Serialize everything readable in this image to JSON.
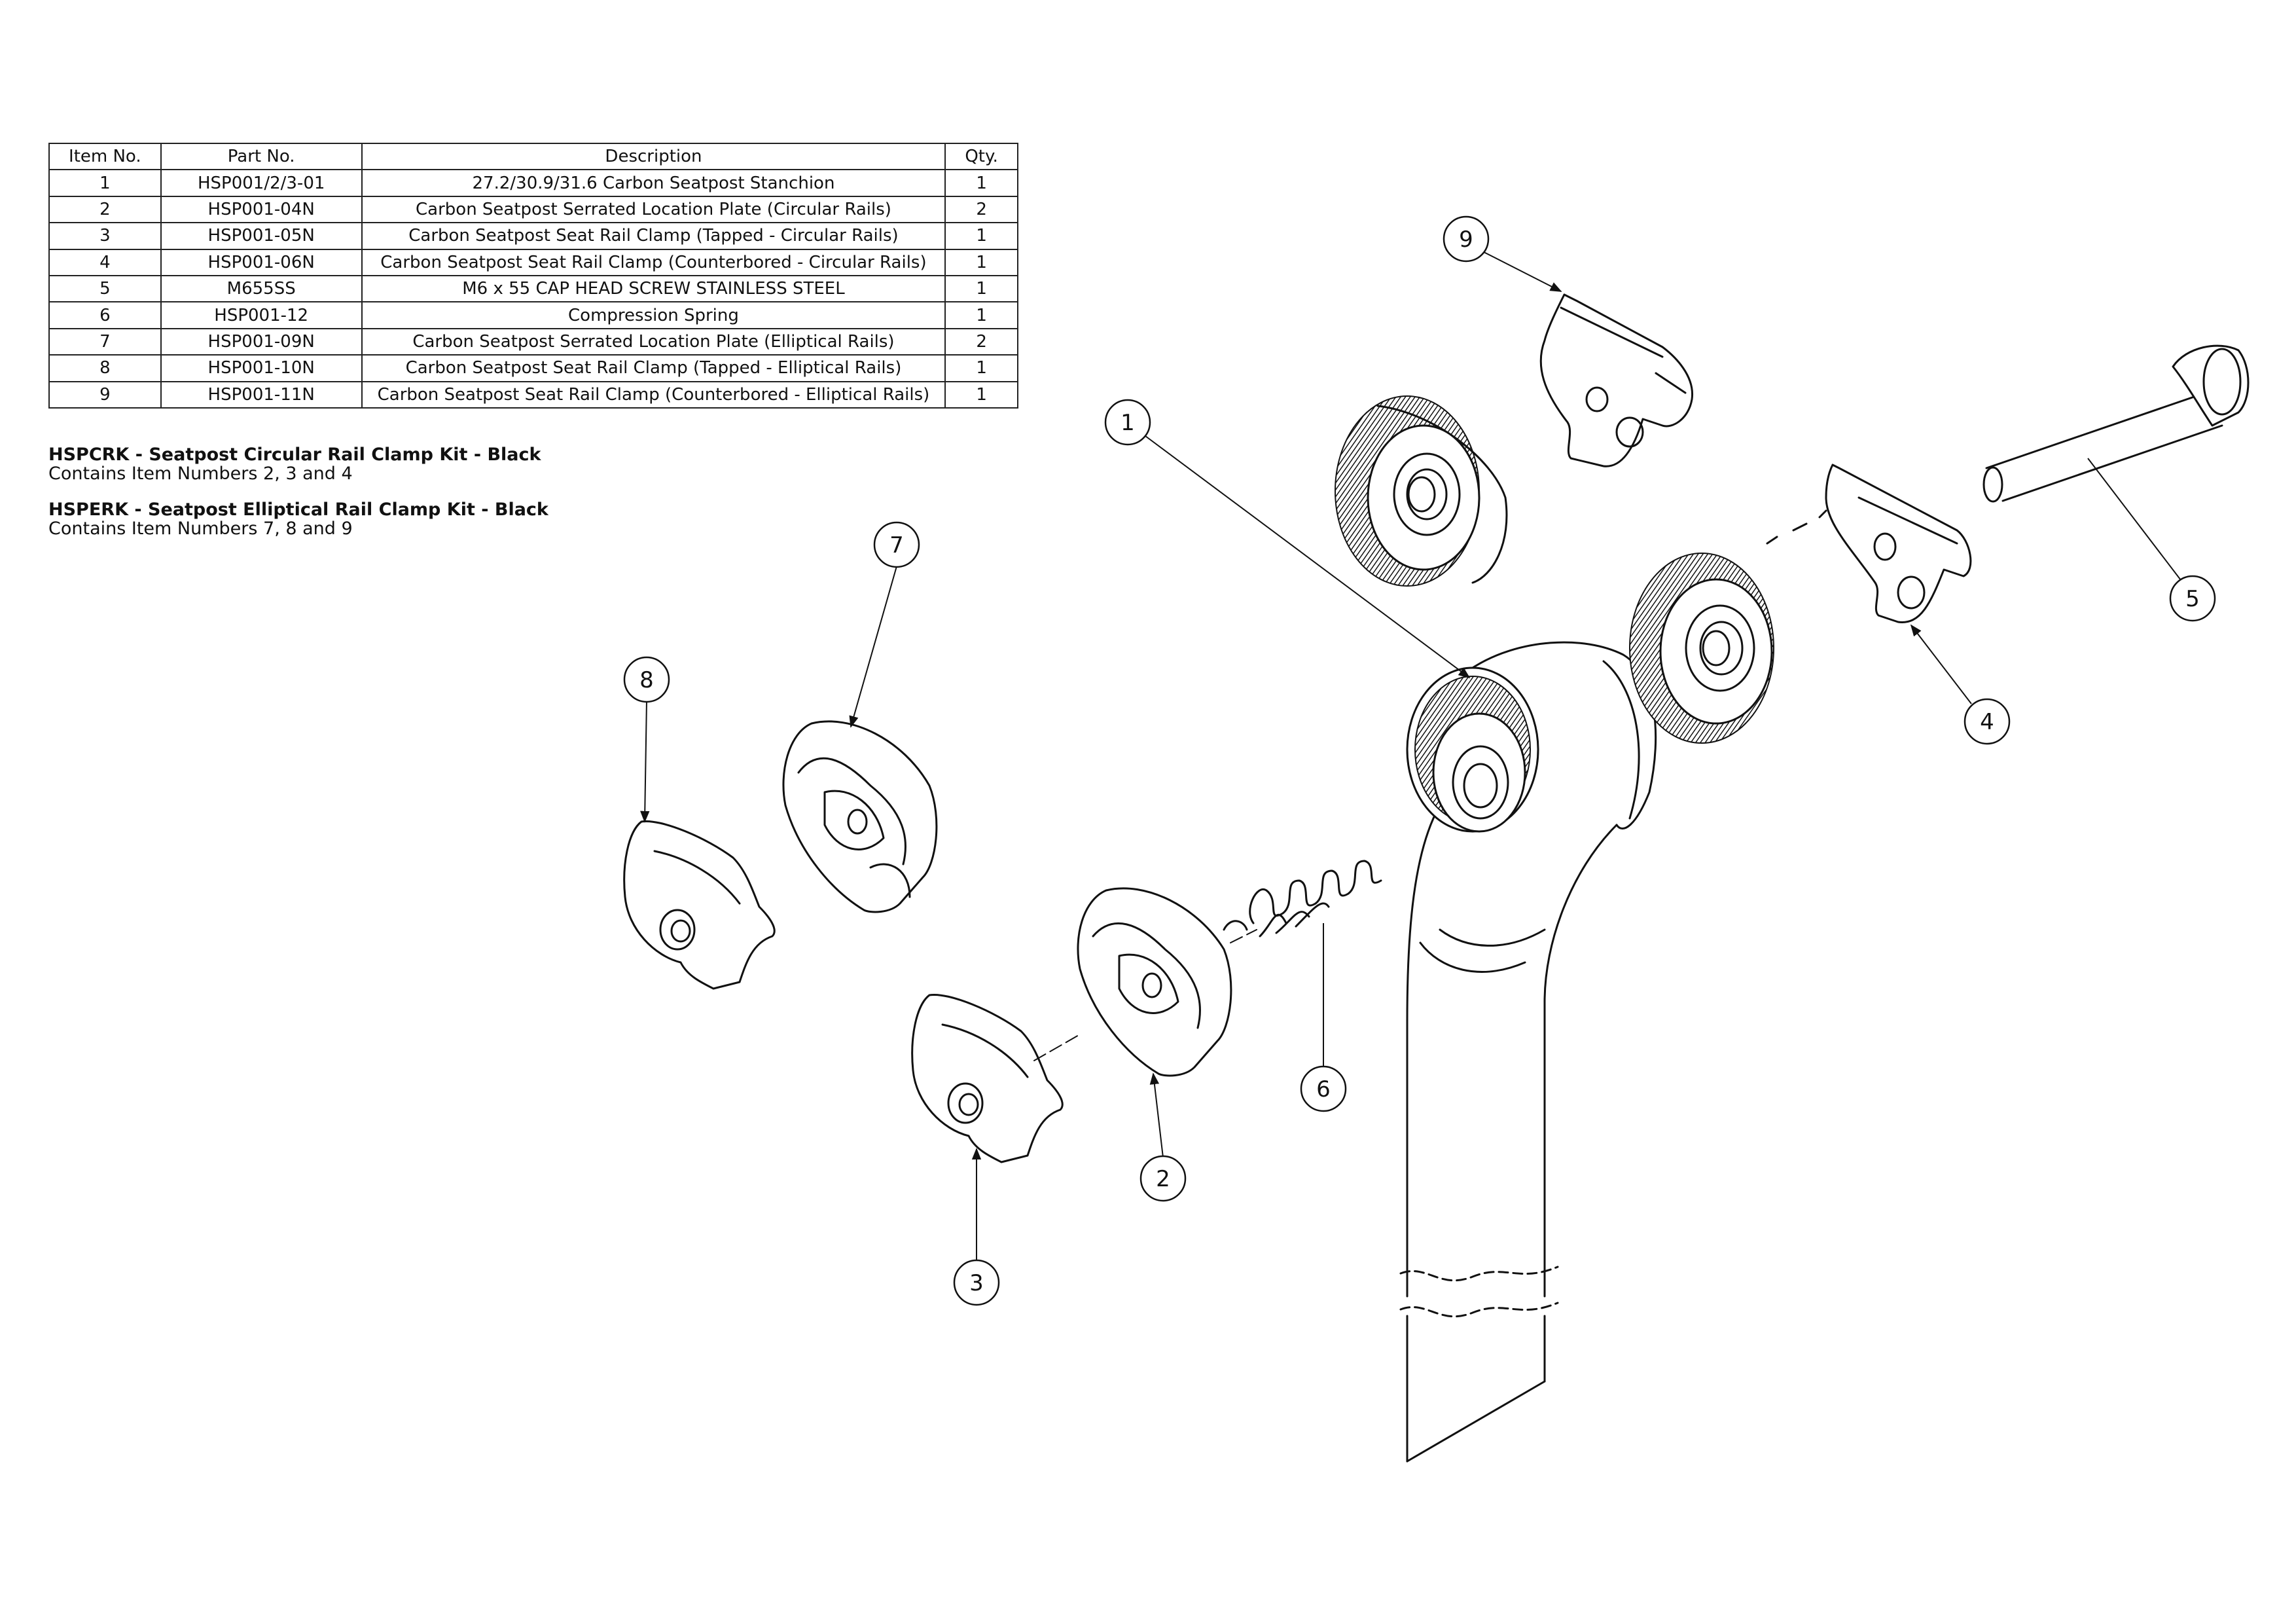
{
  "table": {
    "headers": [
      "Item No.",
      "Part No.",
      "Description",
      "Qty."
    ],
    "rows": [
      [
        "1",
        "HSP001/2/3-01",
        "27.2/30.9/31.6 Carbon Seatpost Stanchion",
        "1"
      ],
      [
        "2",
        "HSP001-04N",
        "Carbon Seatpost Serrated Location Plate (Circular Rails)",
        "2"
      ],
      [
        "3",
        "HSP001-05N",
        "Carbon Seatpost Seat Rail Clamp (Tapped - Circular Rails)",
        "1"
      ],
      [
        "4",
        "HSP001-06N",
        "Carbon Seatpost Seat Rail Clamp (Counterbored - Circular Rails)",
        "1"
      ],
      [
        "5",
        "M655SS",
        "M6 x 55 CAP HEAD SCREW STAINLESS STEEL",
        "1"
      ],
      [
        "6",
        "HSP001-12",
        "Compression Spring",
        "1"
      ],
      [
        "7",
        "HSP001-09N",
        "Carbon Seatpost Serrated Location Plate (Elliptical Rails)",
        "2"
      ],
      [
        "8",
        "HSP001-10N",
        "Carbon Seatpost Seat Rail Clamp (Tapped - Elliptical Rails)",
        "1"
      ],
      [
        "9",
        "HSP001-11N",
        "Carbon Seatpost Seat Rail Clamp (Counterbored - Elliptical Rails)",
        "1"
      ]
    ]
  },
  "kits": [
    {
      "title": "HSPCRK - Seatpost Circular Rail Clamp Kit - Black",
      "desc": "Contains Item Numbers 2, 3 and 4"
    },
    {
      "title": "HSPERK - Seatpost Elliptical Rail Clamp Kit - Black",
      "desc": "Contains Item Numbers 7, 8 and 9"
    }
  ],
  "balloons": [
    "1",
    "2",
    "3",
    "4",
    "5",
    "6",
    "7",
    "8",
    "9"
  ]
}
